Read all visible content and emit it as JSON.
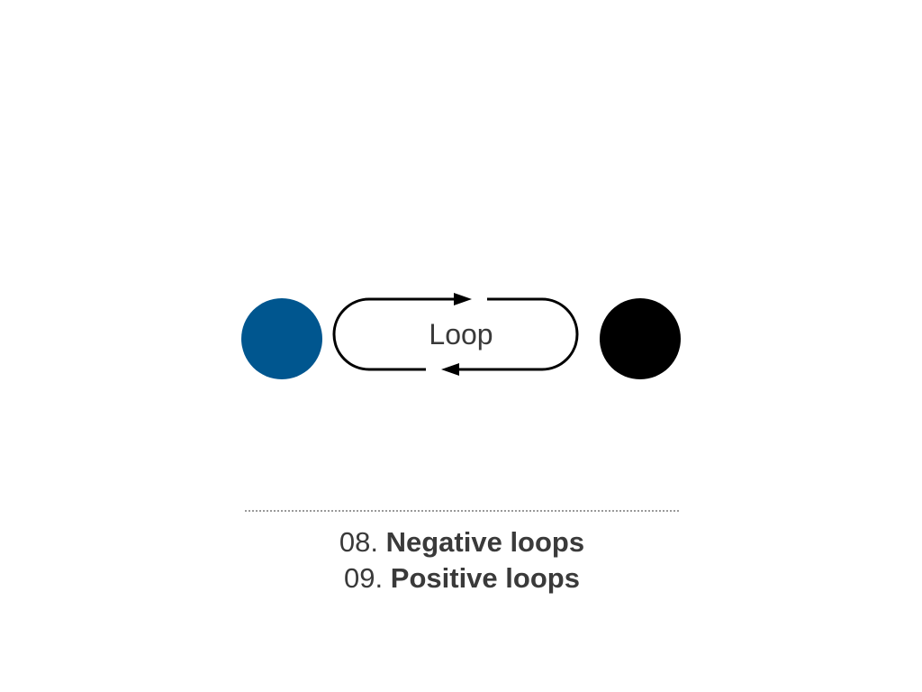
{
  "diagram": {
    "loop_label": "Loop",
    "left_node_color": "#00568f",
    "right_node_color": "#000000",
    "arrow_color": "#000000"
  },
  "agenda": {
    "items": [
      {
        "number": "08.",
        "title": "Negative loops"
      },
      {
        "number": "09.",
        "title": "Positive loops"
      }
    ]
  }
}
